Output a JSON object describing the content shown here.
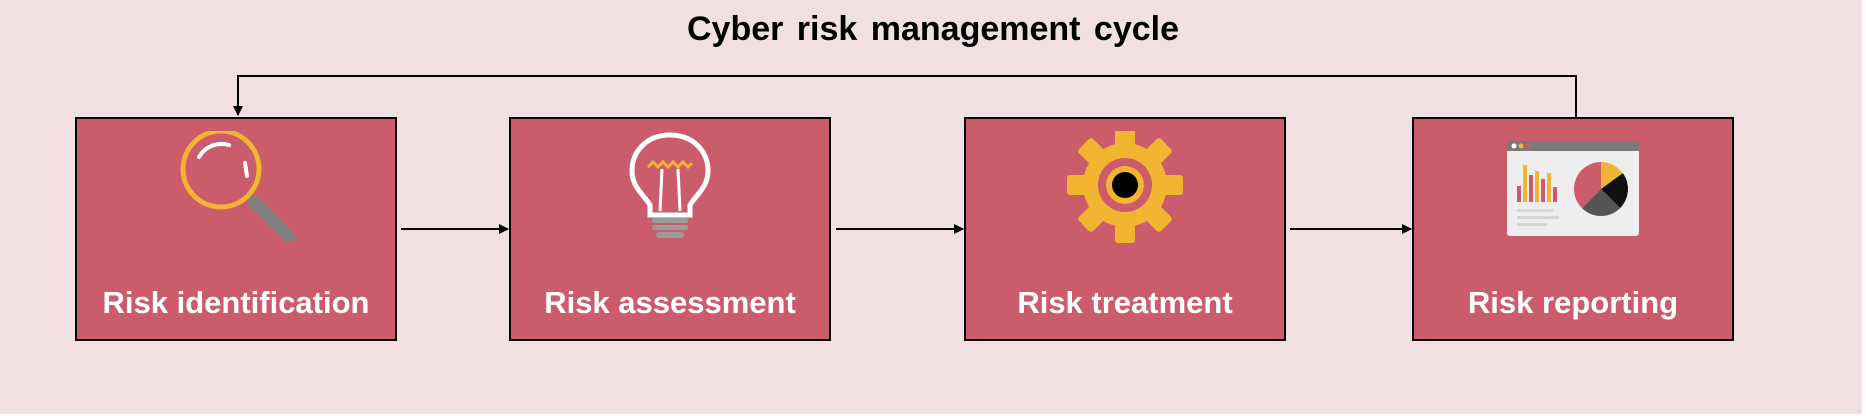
{
  "title": "Cyber risk management cycle",
  "steps": [
    {
      "label": "Risk identification",
      "icon": "magnifying-glass-icon"
    },
    {
      "label": "Risk assessment",
      "icon": "lightbulb-icon"
    },
    {
      "label": "Risk treatment",
      "icon": "gear-icon"
    },
    {
      "label": "Risk reporting",
      "icon": "dashboard-report-icon"
    }
  ],
  "colors": {
    "background": "#f2dfe1",
    "box_fill": "#cb5c6b",
    "accent_yellow": "#f2b431",
    "connector": "#000000"
  }
}
